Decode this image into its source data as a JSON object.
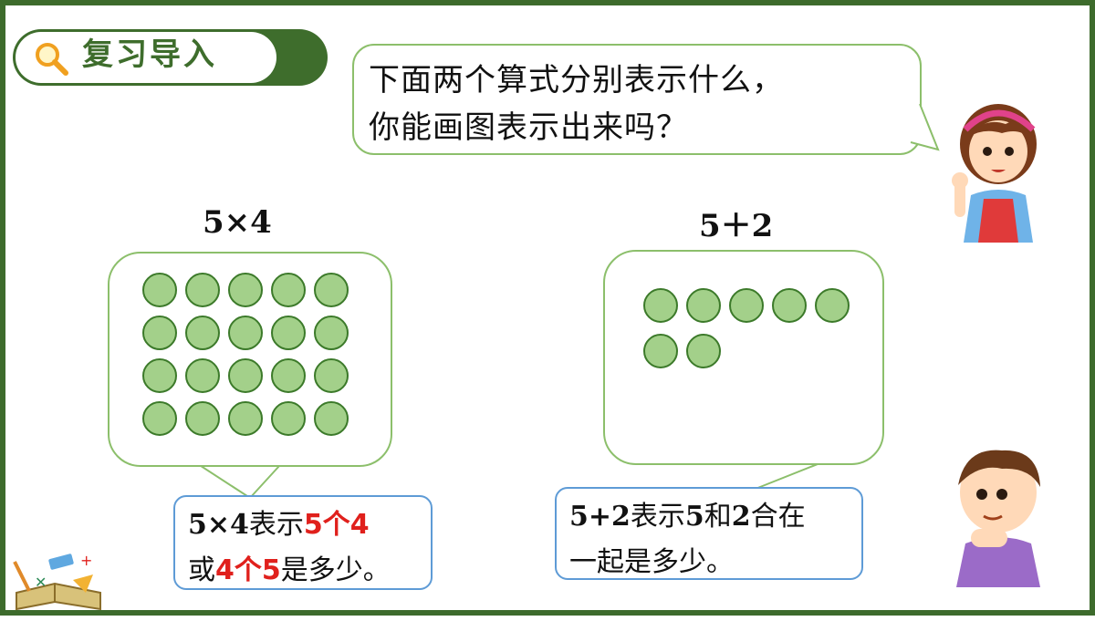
{
  "section_tag": {
    "label": "复习导入",
    "icon": "magnifier-icon"
  },
  "question": {
    "line1": "下面两个算式分别表示什么，",
    "line2": "你能画图表示出来吗？"
  },
  "left_panel": {
    "expression": "5×4",
    "rows": 4,
    "cols": 5,
    "dot_count": 20,
    "note": {
      "p1": "5×4",
      "p2": "表示",
      "r1": "5个4",
      "p3": "或",
      "r2": "4个5",
      "p4": "是多少。"
    }
  },
  "right_panel": {
    "expression": "5＋2",
    "first_row": 5,
    "second_row": 2,
    "note": {
      "p1": "5+2",
      "p2": "表示",
      "p3": "5",
      "p4": "和",
      "p5": "2",
      "p6": "合在",
      "p7": "一起是多少。"
    }
  },
  "colors": {
    "frame": "#3d6b2c",
    "dot_fill": "#a3d08a",
    "dot_stroke": "#3c7a2a",
    "box_border": "#8cbf6b",
    "note_border": "#5e9bd6",
    "highlight": "#e0201c"
  }
}
